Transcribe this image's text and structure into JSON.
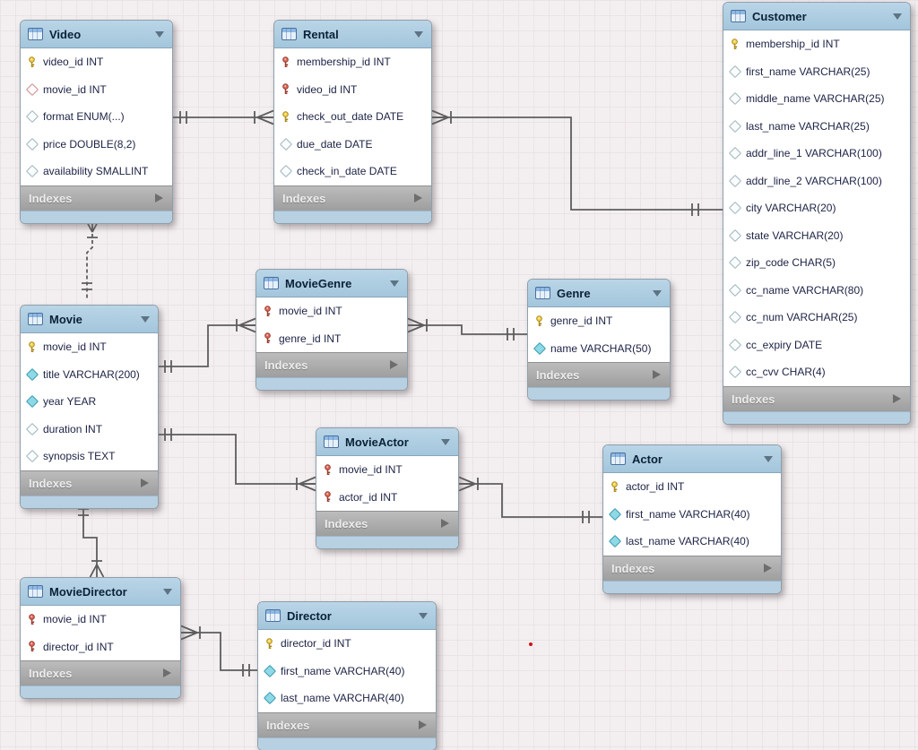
{
  "labels": {
    "indexes": "Indexes"
  },
  "diagram": {
    "tool": "EER diagram canvas",
    "accent_header_color": "#aecbe0",
    "line_color": "#5d5d5d",
    "primary_key_color": "#f6d349",
    "foreign_key_color": "#e2695a",
    "not_null_diamond_color": "#8ed9e6"
  },
  "tables": [
    {
      "name": "Video",
      "fields": [
        {
          "label": "video_id INT",
          "icon": "key-primary"
        },
        {
          "label": "movie_id INT",
          "icon": "diamond-fk"
        },
        {
          "label": "format ENUM(...)",
          "icon": "diamond-outline"
        },
        {
          "label": "price DOUBLE(8,2)",
          "icon": "diamond-outline"
        },
        {
          "label": "availability SMALLINT",
          "icon": "diamond-outline"
        }
      ]
    },
    {
      "name": "Rental",
      "fields": [
        {
          "label": "membership_id INT",
          "icon": "key-foreign"
        },
        {
          "label": "video_id INT",
          "icon": "key-foreign"
        },
        {
          "label": "check_out_date DATE",
          "icon": "key-primary"
        },
        {
          "label": "due_date DATE",
          "icon": "diamond-outline"
        },
        {
          "label": "check_in_date DATE",
          "icon": "diamond-outline"
        }
      ]
    },
    {
      "name": "Customer",
      "fields": [
        {
          "label": "membership_id INT",
          "icon": "key-primary"
        },
        {
          "label": "first_name VARCHAR(25)",
          "icon": "diamond-outline"
        },
        {
          "label": "middle_name VARCHAR(25)",
          "icon": "diamond-outline"
        },
        {
          "label": "last_name VARCHAR(25)",
          "icon": "diamond-outline"
        },
        {
          "label": "addr_line_1 VARCHAR(100)",
          "icon": "diamond-outline"
        },
        {
          "label": "addr_line_2 VARCHAR(100)",
          "icon": "diamond-outline"
        },
        {
          "label": "city VARCHAR(20)",
          "icon": "diamond-outline"
        },
        {
          "label": "state VARCHAR(20)",
          "icon": "diamond-outline"
        },
        {
          "label": "zip_code CHAR(5)",
          "icon": "diamond-outline"
        },
        {
          "label": "cc_name VARCHAR(80)",
          "icon": "diamond-outline"
        },
        {
          "label": "cc_num VARCHAR(25)",
          "icon": "diamond-outline"
        },
        {
          "label": "cc_expiry DATE",
          "icon": "diamond-outline"
        },
        {
          "label": "cc_cvv CHAR(4)",
          "icon": "diamond-outline"
        }
      ]
    },
    {
      "name": "Movie",
      "fields": [
        {
          "label": "movie_id INT",
          "icon": "key-primary"
        },
        {
          "label": "title VARCHAR(200)",
          "icon": "diamond-filled"
        },
        {
          "label": "year YEAR",
          "icon": "diamond-filled"
        },
        {
          "label": "duration INT",
          "icon": "diamond-outline"
        },
        {
          "label": "synopsis TEXT",
          "icon": "diamond-outline"
        }
      ]
    },
    {
      "name": "MovieGenre",
      "fields": [
        {
          "label": "movie_id INT",
          "icon": "key-foreign"
        },
        {
          "label": "genre_id INT",
          "icon": "key-foreign"
        }
      ]
    },
    {
      "name": "Genre",
      "fields": [
        {
          "label": "genre_id INT",
          "icon": "key-primary"
        },
        {
          "label": "name VARCHAR(50)",
          "icon": "diamond-filled"
        }
      ]
    },
    {
      "name": "MovieActor",
      "fields": [
        {
          "label": "movie_id INT",
          "icon": "key-foreign"
        },
        {
          "label": "actor_id INT",
          "icon": "key-foreign"
        }
      ]
    },
    {
      "name": "Actor",
      "fields": [
        {
          "label": "actor_id INT",
          "icon": "key-primary"
        },
        {
          "label": "first_name VARCHAR(40)",
          "icon": "diamond-filled"
        },
        {
          "label": "last_name VARCHAR(40)",
          "icon": "diamond-filled"
        }
      ]
    },
    {
      "name": "MovieDirector",
      "fields": [
        {
          "label": "movie_id INT",
          "icon": "key-foreign"
        },
        {
          "label": "director_id INT",
          "icon": "key-foreign"
        }
      ]
    },
    {
      "name": "Director",
      "fields": [
        {
          "label": "director_id INT",
          "icon": "key-primary"
        },
        {
          "label": "first_name VARCHAR(40)",
          "icon": "diamond-filled"
        },
        {
          "label": "last_name VARCHAR(40)",
          "icon": "diamond-filled"
        }
      ]
    }
  ],
  "relationships": [
    {
      "one_side": "Video",
      "many_side": "Rental",
      "style": "solid",
      "cardinality": "1:n"
    },
    {
      "one_side": "Customer",
      "many_side": "Rental",
      "style": "solid",
      "cardinality": "1:n"
    },
    {
      "one_side": "Movie",
      "many_side": "Video",
      "style": "dashed",
      "cardinality": "1:n"
    },
    {
      "one_side": "Movie",
      "many_side": "MovieGenre",
      "style": "solid",
      "cardinality": "1:n"
    },
    {
      "one_side": "Genre",
      "many_side": "MovieGenre",
      "style": "solid",
      "cardinality": "1:n"
    },
    {
      "one_side": "Movie",
      "many_side": "MovieActor",
      "style": "solid",
      "cardinality": "1:n"
    },
    {
      "one_side": "Actor",
      "many_side": "MovieActor",
      "style": "solid",
      "cardinality": "1:n"
    },
    {
      "one_side": "Movie",
      "many_side": "MovieDirector",
      "style": "solid",
      "cardinality": "1:n"
    },
    {
      "one_side": "Director",
      "many_side": "MovieDirector",
      "style": "solid",
      "cardinality": "1:n"
    }
  ]
}
